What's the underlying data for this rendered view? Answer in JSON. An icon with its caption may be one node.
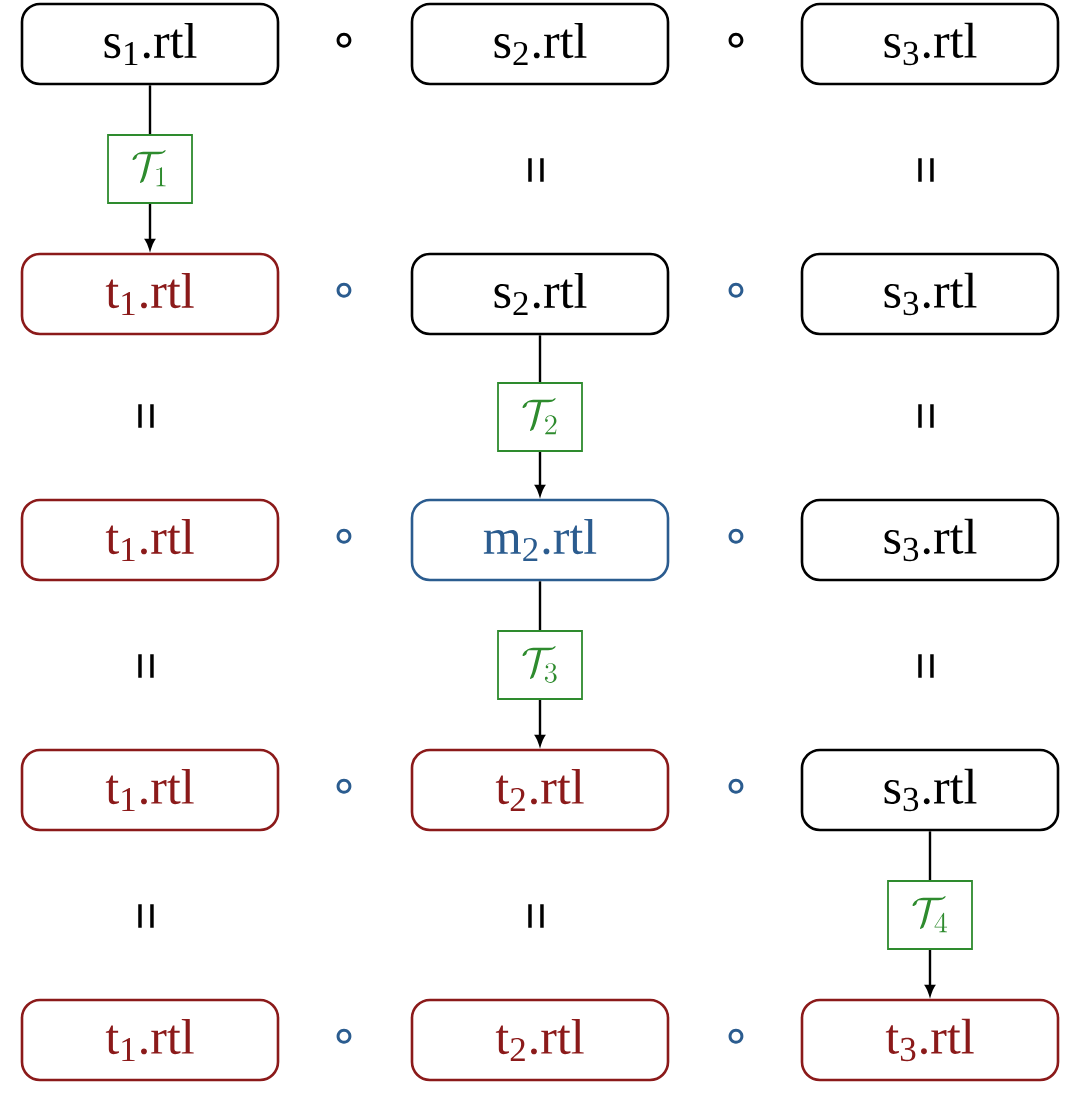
{
  "diagram": {
    "nodes": [
      {
        "text": [
          "s$_{1}$.rtl"
        ]
      },
      {
        "text": [
          "s$_{2}$.rtl"
        ]
      },
      {
        "text": [
          "s$_{3}$.rtl"
        ]
      },
      {
        "text": [
          "t$_{1}$.rtl"
        ]
      },
      {
        "text": [
          "s$_{2}$.rtl"
        ]
      },
      {
        "text": [
          "s$_{3}$.rtl"
        ]
      },
      {
        "text": [
          "t$_{1}$.rtl"
        ]
      },
      {
        "text": [
          "m$_{2}$.rtl"
        ]
      },
      {
        "text": [
          "s$_{3}$.rtl"
        ]
      },
      {
        "text": [
          "t$_{1}$.rtl"
        ]
      },
      {
        "text": [
          "t$_{2}$.rtl"
        ]
      },
      {
        "text": [
          "s$_{3}$.rtl"
        ]
      },
      {
        "text": [
          "t$_{1}$.rtl"
        ]
      },
      {
        "text": [
          "t$_{2}$.rtl"
        ]
      },
      {
        "text": [
          "t$_{3}$.rtl"
        ]
      }
    ],
    "edges": [
      {
        "from": 0,
        "to": 3,
        "arrow": "to",
        "label": "\\mathcal{T}_1"
      },
      {
        "from": 4,
        "to": 7,
        "arrow": "to",
        "label": "\\mathcal{T}_2"
      },
      {
        "from": 7,
        "to": 10,
        "arrow": "to",
        "label": "\\mathcal{T}_3"
      },
      {
        "from": 11,
        "to": 14,
        "arrow": "to",
        "label": "\\mathcal{T}_4"
      }
    ],
    "labels": [
      "∘",
      "∘",
      "=",
      "=",
      "∘",
      "∘",
      "=",
      "=",
      "∘",
      "∘",
      "=",
      "=",
      "∘",
      "∘",
      "=",
      "=",
      "∘",
      "∘"
    ]
  }
}
